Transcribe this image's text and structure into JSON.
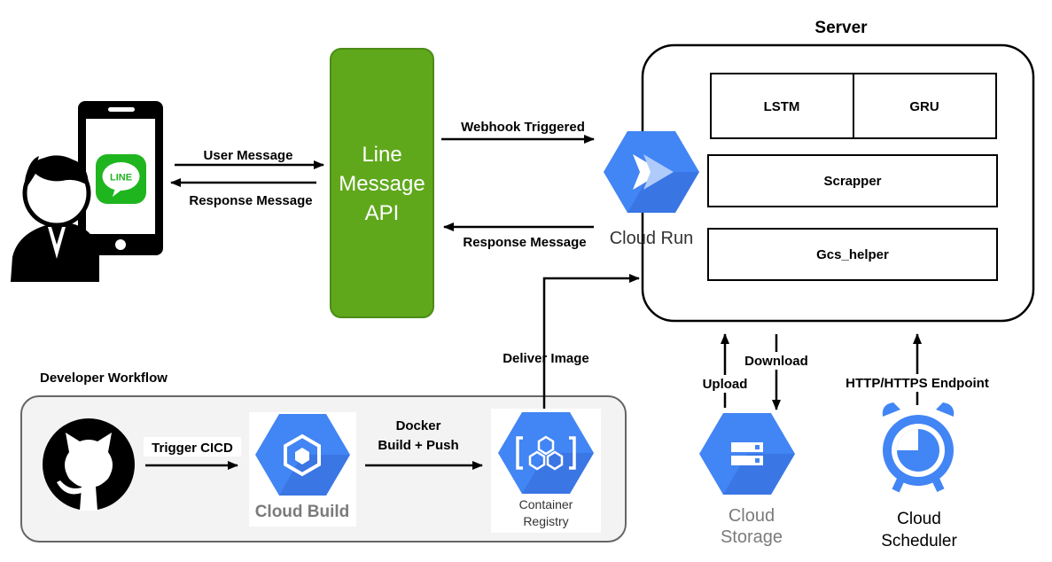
{
  "labels": {
    "user_message": "User Message",
    "response_message_left": "Response Message",
    "webhook_triggered": "Webhook Triggered",
    "response_message_right": "Response Message",
    "deliver_image": "Deliver Image",
    "download": "Download",
    "upload": "Upload",
    "http_endpoint": "HTTP/HTTPS Endpoint",
    "trigger_cicd": "Trigger CICD",
    "docker_line1": "Docker",
    "docker_line2": "Build + Push"
  },
  "line_api": {
    "line1": "Line",
    "line2": "Message",
    "line3": "API"
  },
  "server": {
    "title": "Server",
    "modules": {
      "lstm": "LSTM",
      "gru": "GRU",
      "scrapper": "Scrapper",
      "gcs_helper": "Gcs_helper"
    }
  },
  "cloud_run": {
    "label": "Cloud Run"
  },
  "developer_workflow": {
    "title": "Developer Workflow"
  },
  "cloud_build": {
    "label": "Cloud Build"
  },
  "container_registry": {
    "line1": "Container",
    "line2": "Registry"
  },
  "cloud_storage": {
    "line1": "Cloud",
    "line2": "Storage"
  },
  "cloud_scheduler": {
    "line1": "Cloud",
    "line2": "Scheduler"
  },
  "phone": {
    "app_badge": "LINE"
  },
  "colors": {
    "line_green": "#5fa81c",
    "line_green_border": "#4b8c16",
    "gcp_blue": "#4285f4",
    "gcp_dark_blue": "#3367d6",
    "gcp_label_gray": "#7b7b7b",
    "workflow_bg": "#f3f3f3"
  },
  "icons": [
    "person-icon",
    "smartphone-icon",
    "line-app-icon",
    "cloud-run-icon",
    "github-icon",
    "cloud-build-icon",
    "container-registry-icon",
    "cloud-storage-icon",
    "cloud-scheduler-icon"
  ]
}
